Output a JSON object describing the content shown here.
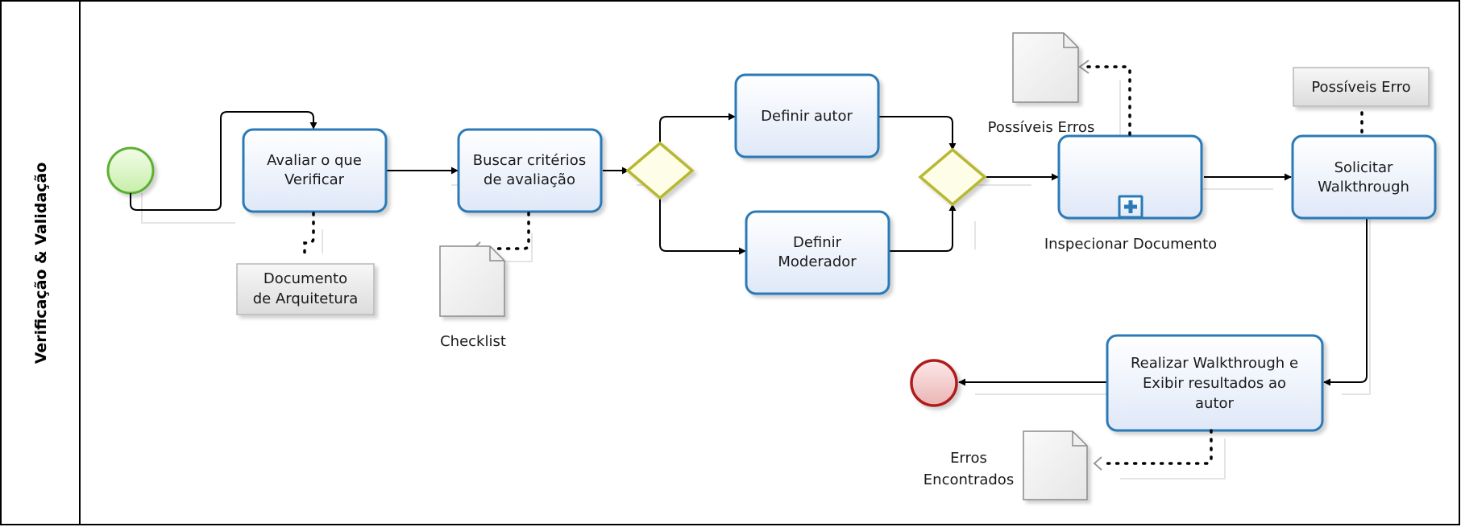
{
  "lane": {
    "label": "Verificação & Validação"
  },
  "tasks": [
    {
      "id": "avaliar",
      "lines": [
        "Avaliar o que",
        "Verificar"
      ]
    },
    {
      "id": "buscar",
      "lines": [
        "Buscar critérios",
        "de avaliação"
      ]
    },
    {
      "id": "autor",
      "lines": [
        "Definir autor"
      ]
    },
    {
      "id": "moderador",
      "lines": [
        "Definir",
        "Moderador"
      ]
    },
    {
      "id": "inspecionar",
      "lines": [],
      "caption": "Inspecionar Documento",
      "subprocess": true
    },
    {
      "id": "solicitar",
      "lines": [
        "Solicitar",
        "Walkthrough"
      ]
    },
    {
      "id": "realizar",
      "lines": [
        "Realizar Walkthrough e",
        "Exibir resultados ao",
        "autor"
      ]
    }
  ],
  "annotations": [
    {
      "id": "doc-arq",
      "lines": [
        "Documento",
        "de Arquitetura"
      ]
    },
    {
      "id": "possiveis-erro",
      "lines": [
        "Possíveis Erro"
      ]
    }
  ],
  "data_objects": [
    {
      "id": "checklist",
      "label": "Checklist"
    },
    {
      "id": "possiveis-erros",
      "label": "Possíveis Erros"
    },
    {
      "id": "erros-encontrados",
      "lines": [
        "Erros",
        "Encontrados"
      ]
    }
  ],
  "colors": {
    "task_border": "#2a7ab8",
    "task_fill": "#e8eefa",
    "start_fill": "#d8f5c0",
    "start_stroke": "#5cb030",
    "end_fill": "#f2c4c4",
    "end_stroke": "#b01c1c",
    "gateway_fill": "#fefee8",
    "gateway_stroke": "#b8b830"
  }
}
